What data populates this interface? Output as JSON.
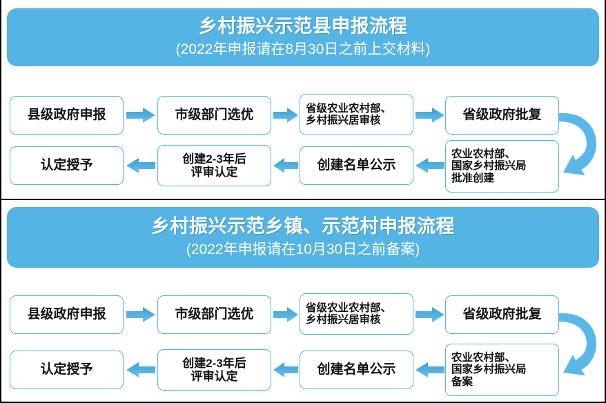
{
  "colors": {
    "banner_bg": "#54b4e4",
    "node_border": "#4fb3e8",
    "arrow_fill_top": "#3b9fd4",
    "arrow_fill_bottom": "#62bae8",
    "text": "#111111",
    "banner_text": "#ffffff",
    "frame": "#000000"
  },
  "sections": [
    {
      "banner": {
        "title": "乡村振兴示范县申报流程",
        "subtitle": "(2022年申报请在8月30日之前上交材料)"
      },
      "row_top": [
        {
          "label": "县级政府申报",
          "lines": 1
        },
        {
          "label": "市级部门选优",
          "lines": 1
        },
        {
          "label": "省级农业农村部、\n乡村振兴居审核",
          "lines": 2
        },
        {
          "label": "省级政府批复",
          "lines": 1
        }
      ],
      "row_bottom": [
        {
          "label": "认定授予",
          "lines": 1
        },
        {
          "label": "创建2-3年后\n评审认定",
          "lines": 2
        },
        {
          "label": "创建名单公示",
          "lines": 1
        },
        {
          "label": "农业农村部、\n国家乡村振兴局\n批准创建",
          "lines": 3
        }
      ]
    },
    {
      "banner": {
        "title": "乡村振兴示范乡镇、示范村申报流程",
        "subtitle": "(2022年申报请在10月30日之前备案)"
      },
      "row_top": [
        {
          "label": "县级政府申报",
          "lines": 1
        },
        {
          "label": "市级部门选优",
          "lines": 1
        },
        {
          "label": "省级农业农村部、\n乡村振兴居审核",
          "lines": 2
        },
        {
          "label": "省级政府批复",
          "lines": 1
        }
      ],
      "row_bottom": [
        {
          "label": "认定授予",
          "lines": 1
        },
        {
          "label": "创建2-3年后\n评审认定",
          "lines": 2
        },
        {
          "label": "创建名单公示",
          "lines": 1
        },
        {
          "label": "农业农村部、\n国家乡村振兴局\n备案",
          "lines": 3
        }
      ]
    }
  ],
  "arrows": {
    "right_direction": "right",
    "left_direction": "left",
    "curve_direction": "down-left"
  }
}
